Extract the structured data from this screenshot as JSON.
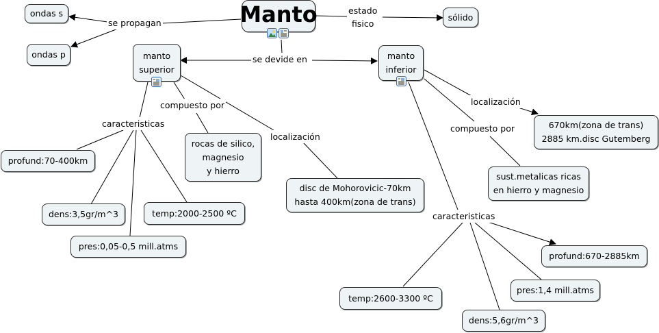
{
  "diagram": {
    "title": "Manto",
    "colors": {
      "node_fill": "#eef3f5",
      "node_border": "#2b2b2b",
      "link": "#000000",
      "icon_border": "#3a6fc0"
    },
    "root": {
      "label": "Manto",
      "icons": [
        "image-resource-icon",
        "document-resource-icon"
      ]
    },
    "nodes": {
      "ondas_s": "ondas s",
      "ondas_p": "ondas p",
      "solido": "sólido",
      "manto_superior": "manto\nsuperior",
      "manto_inferior": "manto\ninferior",
      "sup_profund": "profund:70-400km",
      "sup_rocas": "rocas de silico,\nmagnesio\ny hierro",
      "sup_disc": "disc de Mohorovicic-70km\nhasta 400km(zona de trans)",
      "sup_dens": "dens:3,5gr/m^3",
      "sup_temp": "temp:2000-2500 ºC",
      "sup_pres": "pres:0,05-0,5 mill.atms",
      "inf_loc": "670km(zona de trans)\n2885 km.disc Gutemberg",
      "inf_sust": "sust.metalicas ricas\nen hierro y magnesio",
      "inf_profund": "profund:670-2885km",
      "inf_pres": "pres:1,4 mill.atms",
      "inf_temp": "temp:2600-3300 ºC",
      "inf_dens": "dens:5,6gr/m^3"
    },
    "linking_phrases": {
      "se_propagan": "se propagan",
      "estado_fisico": "estado\nfisico",
      "se_devide_en": "se devide en",
      "sup_caracteristicas": "caracteristicas",
      "sup_compuesto": "compuesto por",
      "sup_localizacion": "localización",
      "inf_localizacion": "localización",
      "inf_compuesto": "compuesto por",
      "inf_caracteristicas": "caracteristicas"
    }
  }
}
